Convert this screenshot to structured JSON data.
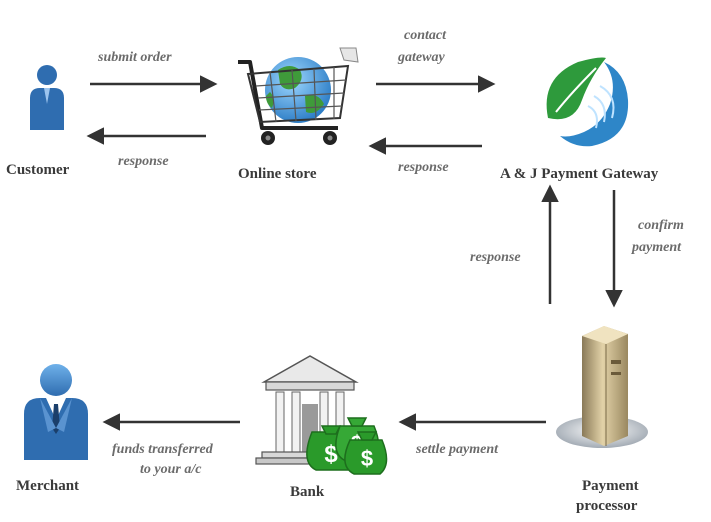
{
  "nodes": {
    "customer": "Customer",
    "online_store": "Online store",
    "gateway": "A & J Payment Gateway",
    "processor_line1": "Payment",
    "processor_line2": "processor",
    "bank": "Bank",
    "merchant": "Merchant"
  },
  "edges": {
    "submit_order": "submit order",
    "response_customer": "response",
    "contact_gateway_line1": "contact",
    "contact_gateway_line2": "gateway",
    "response_store": "response",
    "confirm_payment_line1": "confirm",
    "confirm_payment_line2": "payment",
    "response_gateway": "response",
    "settle_payment": "settle payment",
    "funds_line1": "funds transferred",
    "funds_line2": "to your a/c"
  },
  "colors": {
    "arrow": "#333333",
    "person_blue": "#2f6db0",
    "leaf_green": "#2e9a3c",
    "wave_blue": "#2e86c8",
    "money_green": "#2a9a2a",
    "server_tan": "#c9b48a"
  },
  "icons": {
    "customer": "person-icon",
    "online_store": "shopping-cart-globe-icon",
    "gateway": "leaf-wave-logo-icon",
    "processor": "server-tower-icon",
    "bank": "bank-building-icon",
    "money": "money-bags-icon",
    "merchant": "businessman-icon"
  }
}
